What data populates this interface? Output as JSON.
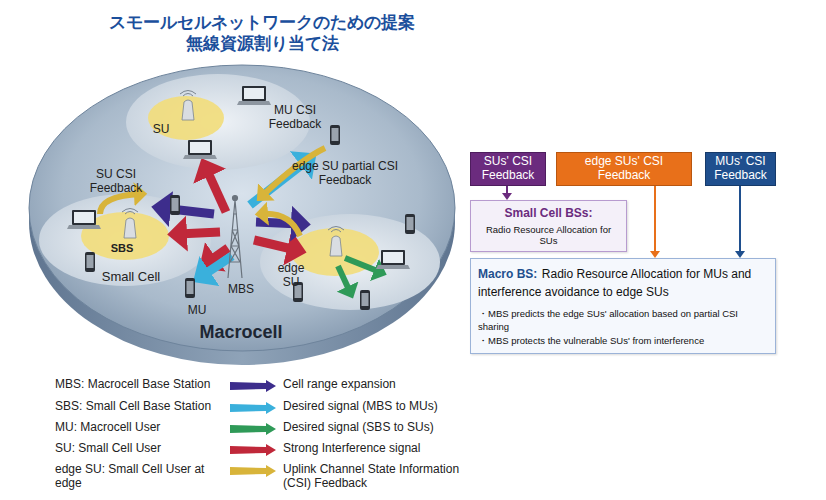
{
  "diagram": {
    "title": "スモールセルネットワークのための提案 無線資源割り当て法",
    "nodes": [
      {
        "text": [
          "SUs' CSI Feedback"
        ]
      },
      {
        "text": [
          "edge SUs' CSI Feedback"
        ]
      },
      {
        "text": [
          "MUs' CSI Feedback"
        ]
      },
      {
        "text": [
          "Small Cell BSs:",
          "Radio Resource Allocation for SUs"
        ]
      },
      {
        "text": [
          "Macro BS:",
          "Radio Resource Allocation for MUs and interference avoidance to edge SUs",
          "・MBS predicts the edge SUs' allocation based on partial CSI sharing",
          "・MBS protects the vulnerable SUs' from interference"
        ]
      }
    ],
    "edges": [
      {
        "from": 0,
        "to": 3,
        "arrow": "to"
      },
      {
        "from": 1,
        "to": 4,
        "arrow": "to"
      },
      {
        "from": 2,
        "to": 4,
        "arrow": "to"
      }
    ],
    "labels": [
      "SU",
      "MU CSI Feedback",
      "SU CSI Feedback",
      "edge SU partial CSI Feedback",
      "SBS",
      "Small Cell",
      "MBS",
      "edge SU",
      "MU",
      "Macrocell",
      "MBS: Macrocell Base Station",
      "SBS: Small Cell Base Station",
      "MU: Macrocell User",
      "SU: Small Cell User",
      "edge SU: Small Cell User at edge"
    ],
    "legend": [
      {
        "text": "Cell range expansion"
      },
      {
        "text": "Desired signal (MBS to MUs)"
      },
      {
        "text": "Desired signal (SBS to SUs)"
      },
      {
        "text": "Strong Interference signal"
      },
      {
        "text": "Uplink Channel State Information (CSI) Feedback"
      }
    ]
  }
}
